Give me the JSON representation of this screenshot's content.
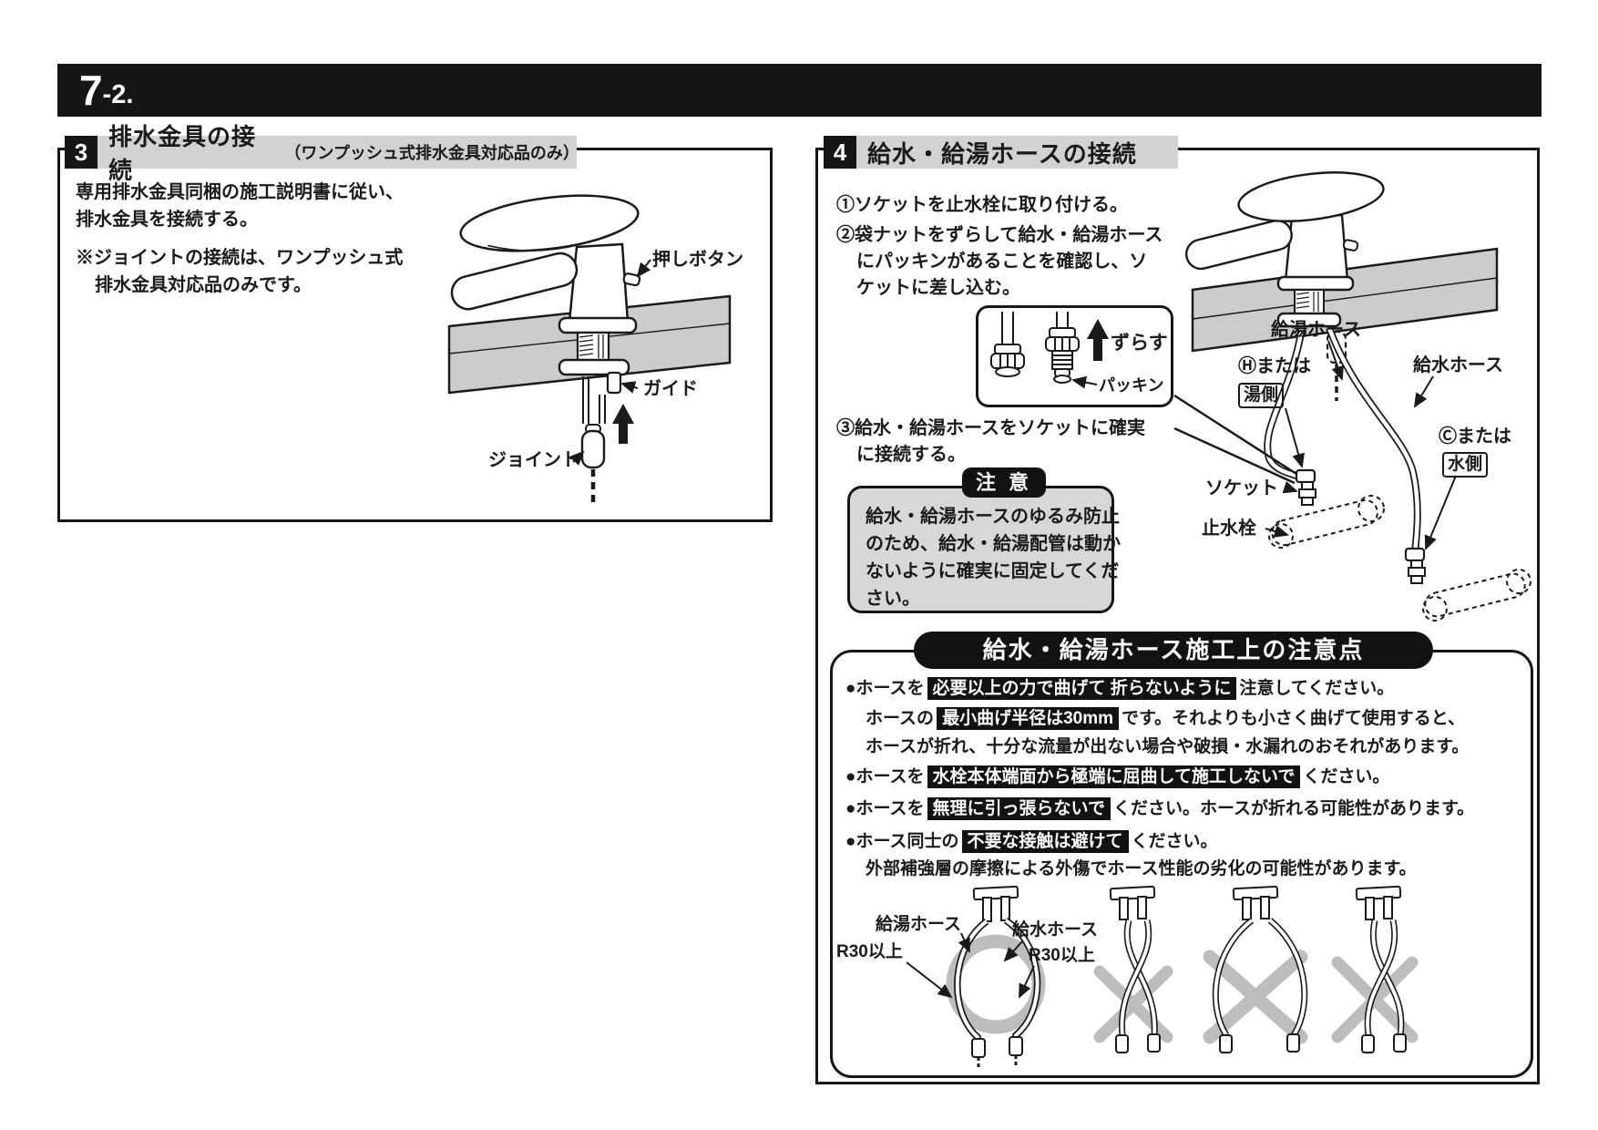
{
  "page": {
    "bar_number": "7",
    "bar_suffix": "-2."
  },
  "colors": {
    "bar": "#161616",
    "title_band": "#d2d2d2",
    "caution_bg": "#d7d7d7",
    "highlight_bg": "#121212",
    "counter_gray": "#cccccc"
  },
  "panel3": {
    "num": "3",
    "title": "排水金具の接続",
    "subtitle": "（ワンプッシュ式排水金具対応品のみ）",
    "body1": "専用排水金具同梱の施工説明書に従い、",
    "body2": "排水金具を接続する。",
    "note1": "※ジョイントの接続は、ワンプッシュ式",
    "note2": "排水金具対応品のみです。",
    "labels": {
      "push_button": "押しボタン",
      "guide": "ガイド",
      "joint": "ジョイント"
    }
  },
  "panel4": {
    "num": "4",
    "title": "給水・給湯ホースの接続",
    "step1": "①ソケットを止水栓に取り付ける。",
    "step2a": "②袋ナットをずらして給水・給湯ホース",
    "step2b": "にパッキンがあることを確認し、ソ",
    "step2c": "ケットに差し込む。",
    "step3a": "③給水・給湯ホースをソケットに確実",
    "step3b": "に接続する。",
    "inset": {
      "slide": "ずらす",
      "packing": "パッキン"
    },
    "caution": {
      "badge": "注 意",
      "l1": "給水・給湯ホースのゆるみ防止",
      "l2": "のため、給水・給湯配管は動か",
      "l3": "ないように確実に固定してくだ",
      "l4": "さい。"
    },
    "diagram": {
      "hot_hose": "給湯ホース",
      "h_or": "Ⓗまたは",
      "hot_side": "湯側",
      "cold_hose": "給水ホース",
      "c_or": "Ⓒまたは",
      "cold_side": "水側",
      "socket": "ソケット",
      "stop_valve": "止水栓"
    }
  },
  "notes": {
    "title": "給水・給湯ホース施工上の注意点",
    "b1_pre": "●ホースを",
    "b1_hl": "必要以上の力で曲げて 折らないように",
    "b1_post": "注意してください。",
    "b1l2_pre": "ホースの",
    "b1l2_hl": "最小曲げ半径は30mm",
    "b1l2_post": "です。それよりも小さく曲げて使用すると、",
    "b1l3": "ホースが折れ、十分な流量が出ない場合や破損・水漏れのおそれがあります。",
    "b2_pre": "●ホースを",
    "b2_hl": "水栓本体端面から極端に屈曲して施工しないで",
    "b2_post": "ください。",
    "b3_pre": "●ホースを",
    "b3_hl": "無理に引っ張らないで",
    "b3_post": "ください。ホースが折れる可能性があります。",
    "b4_pre": "●ホース同士の",
    "b4_hl": "不要な接触は避けて",
    "b4_post": "ください。",
    "b4l2": "外部補強層の摩擦による外傷でホース性能の劣化の可能性があります。",
    "fig": {
      "hot_hose": "給湯ホース",
      "cold_hose": "給水ホース",
      "r30_left": "R30以上",
      "r30_right": "R30以上"
    }
  }
}
